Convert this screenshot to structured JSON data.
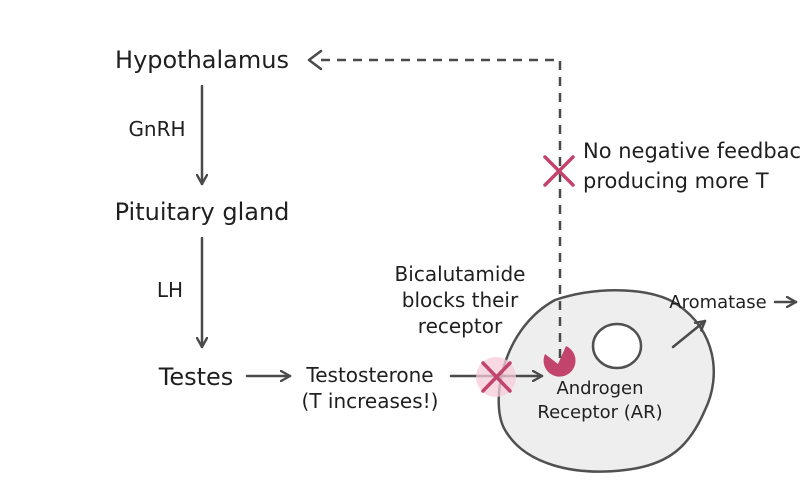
{
  "nodes": {
    "hypothalamus": "Hypothalamus",
    "pituitary": "Pituitary gland",
    "testes": "Testes",
    "testosterone_line1": "Testosterone",
    "testosterone_line2": "(T increases!)"
  },
  "edges": {
    "gnrh": "GnRH",
    "lh": "LH",
    "aromatase": "Aromatase"
  },
  "annotations": {
    "feedback_line1": "No negative feedback,",
    "feedback_line2": "producing more T",
    "block_line1": "Bicalutamide",
    "block_line2": "blocks their",
    "block_line3": "receptor"
  },
  "cell": {
    "receptor_line1": "Androgen",
    "receptor_line2": "Receptor (AR)"
  },
  "colors": {
    "arrow": "#4a4a4a",
    "block_mark": "#c2446c",
    "block_glow": "#f6cbd8",
    "cell_fill": "#eeeeee",
    "cell_stroke": "#505050",
    "receptor": "#c2446c"
  }
}
